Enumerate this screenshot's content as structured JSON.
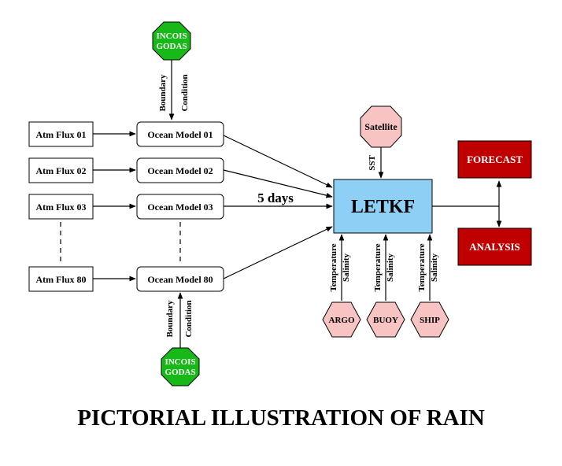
{
  "title": "PICTORIAL ILLUSTRATION OF RAIN",
  "atm_flux": [
    "Atm Flux 01",
    "Atm Flux 02",
    "Atm Flux 03",
    "Atm Flux 80"
  ],
  "ocean_models": [
    "Ocean Model 01",
    "Ocean Model 02",
    "Ocean Model 03",
    "Ocean Model 80"
  ],
  "boundary_source": {
    "line1": "INCOIS",
    "line2": "GODAS"
  },
  "boundary_label": {
    "line1": "Boundary",
    "line2": "Condition"
  },
  "interval_label": "5 days",
  "assimilation": "LETKF",
  "satellite": {
    "name": "Satellite",
    "variable": "SST"
  },
  "insitu": [
    {
      "name": "ARGO",
      "var1": "Temperature",
      "var2": "Salinity"
    },
    {
      "name": "BUOY",
      "var1": "Temperature",
      "var2": "Salinity"
    },
    {
      "name": "SHIP",
      "var1": "Temperature",
      "var2": "Salinity"
    }
  ],
  "outputs": [
    "FORECAST",
    "ANALYSIS"
  ],
  "colors": {
    "letkf_fill": "#8ecff6",
    "godas_fill": "#17b817",
    "obs_fill": "#f7c3c3",
    "output_fill": "#c00000"
  }
}
